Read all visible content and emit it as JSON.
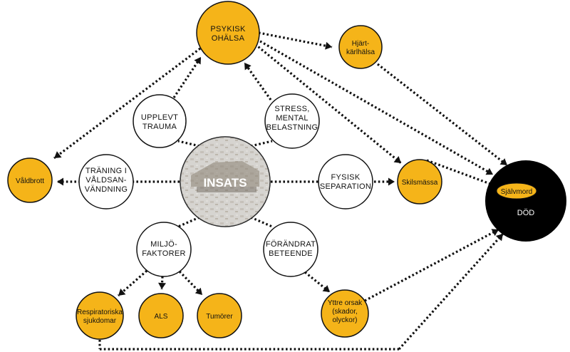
{
  "colors": {
    "yellow": "#f5b419",
    "black": "#000000",
    "white": "#ffffff",
    "insats_fill": "#cfcfcf",
    "outline": "#111111"
  },
  "nodes": {
    "psykisk": {
      "lines": [
        "PSYKISK",
        "OHÄLSA"
      ]
    },
    "hjart": {
      "lines": [
        "Hjärt-",
        "kärlhälsa"
      ]
    },
    "valdbrott": {
      "lines": [
        "Våldbrott"
      ]
    },
    "upplevt": {
      "lines": [
        "UPPLEVT",
        "TRAUMA"
      ]
    },
    "stress": {
      "lines": [
        "STRESS,",
        "MENTAL",
        "BELASTNING"
      ]
    },
    "traning": {
      "lines": [
        "TRÄNING I",
        "VÅLDSAN-",
        "VÄNDNING"
      ]
    },
    "insats": {
      "lines": [
        "INSATS"
      ]
    },
    "fysisk": {
      "lines": [
        "FYSISK",
        "SEPARATION"
      ]
    },
    "skilsmassa": {
      "lines": [
        "Skilsmässa"
      ]
    },
    "dod": {
      "lines": [
        "DÖD"
      ]
    },
    "sjalvmord": {
      "lines": [
        "Självmord"
      ]
    },
    "miljo": {
      "lines": [
        "MILJÖ-",
        "FAKTORER"
      ]
    },
    "forandrat": {
      "lines": [
        "FÖRÄNDRAT",
        "BETEENDE"
      ]
    },
    "resp": {
      "lines": [
        "Respiratoriska",
        "sjukdomar"
      ]
    },
    "als": {
      "lines": [
        "ALS"
      ]
    },
    "tumorer": {
      "lines": [
        "Tumörer"
      ]
    },
    "yttre": {
      "lines": [
        "Yttre orsak",
        "(skador,",
        "olyckor)"
      ]
    }
  }
}
